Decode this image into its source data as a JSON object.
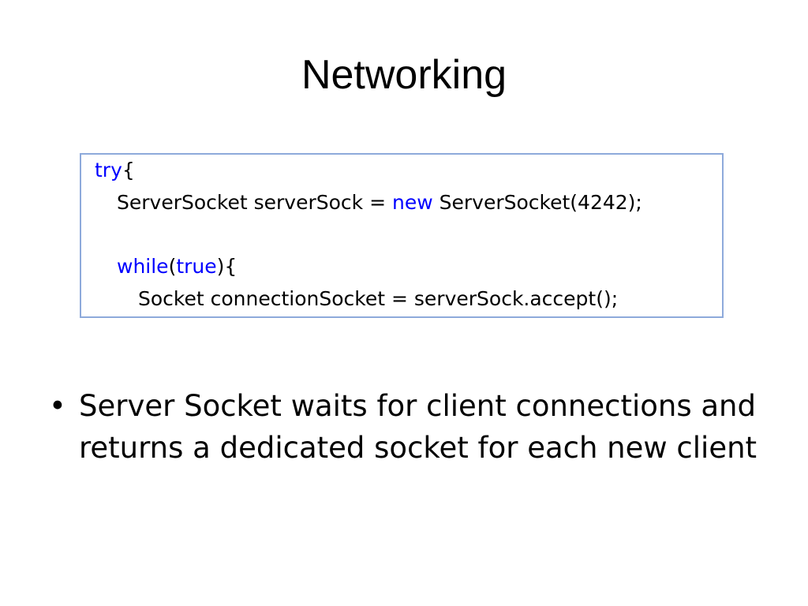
{
  "slide": {
    "title": "Networking",
    "code": {
      "line1": {
        "kw1": "try",
        "rest": "{"
      },
      "line2": {
        "pre": "ServerSocket serverSock = ",
        "kw1": "new",
        "post": " ServerSocket(4242);"
      },
      "line3": {
        "kw1": "while",
        "mid1": "(",
        "kw2": "true",
        "post": "){"
      },
      "line4": {
        "text": "Socket connectionSocket = serverSock.accept();"
      }
    },
    "bullets": [
      {
        "marker": "•",
        "text": "Server Socket waits for client connections and returns a dedicated socket for each new client"
      }
    ],
    "colors": {
      "keyword": "#0000ff",
      "code_border": "#8eaadb",
      "text": "#000000",
      "background": "#ffffff"
    }
  }
}
